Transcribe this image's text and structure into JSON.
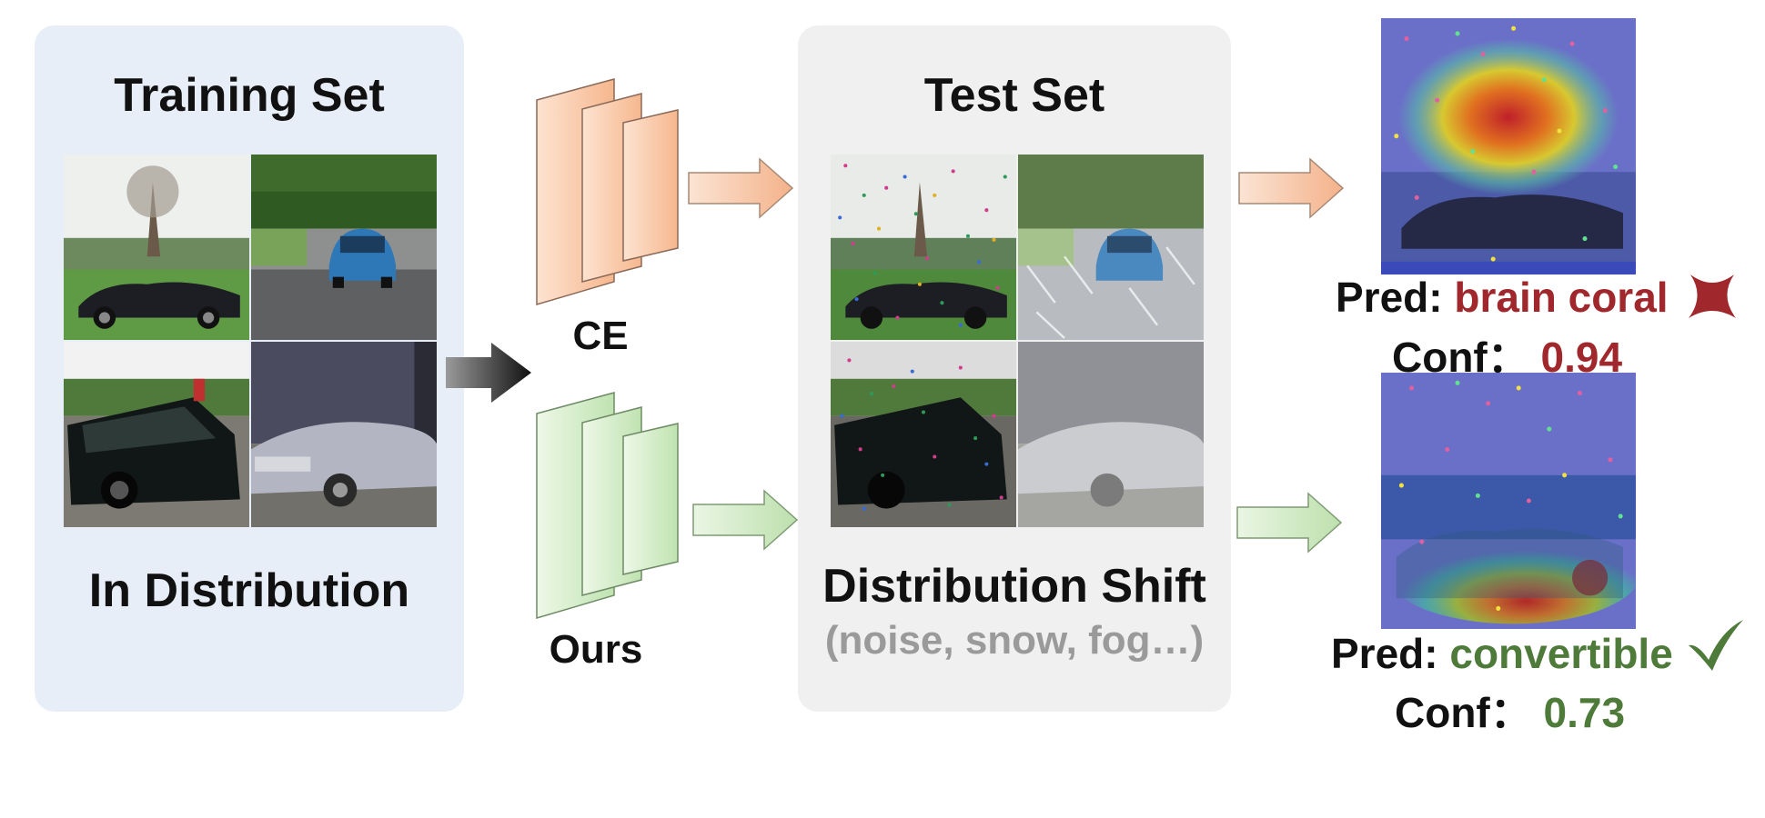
{
  "training_panel": {
    "title": "Training Set",
    "caption": "In Distribution"
  },
  "models": {
    "ce_label": "CE",
    "ours_label": "Ours",
    "ce_color": "#f6b78e",
    "ours_color": "#bfe3b0"
  },
  "test_panel": {
    "title": "Test Set",
    "caption": "Distribution Shift",
    "subcaption": "(noise, snow, fog…)"
  },
  "results": {
    "ce": {
      "pred_label": "Pred:",
      "pred_value": "brain coral",
      "conf_label": "Conf：",
      "conf_value": "0.94",
      "status_icon": "cross-icon",
      "color": "#a0282c"
    },
    "ours": {
      "pred_label": "Pred:",
      "pred_value": "convertible",
      "conf_label": "Conf：",
      "conf_value": "0.73",
      "status_icon": "check-icon",
      "color": "#4e7a3a"
    }
  }
}
